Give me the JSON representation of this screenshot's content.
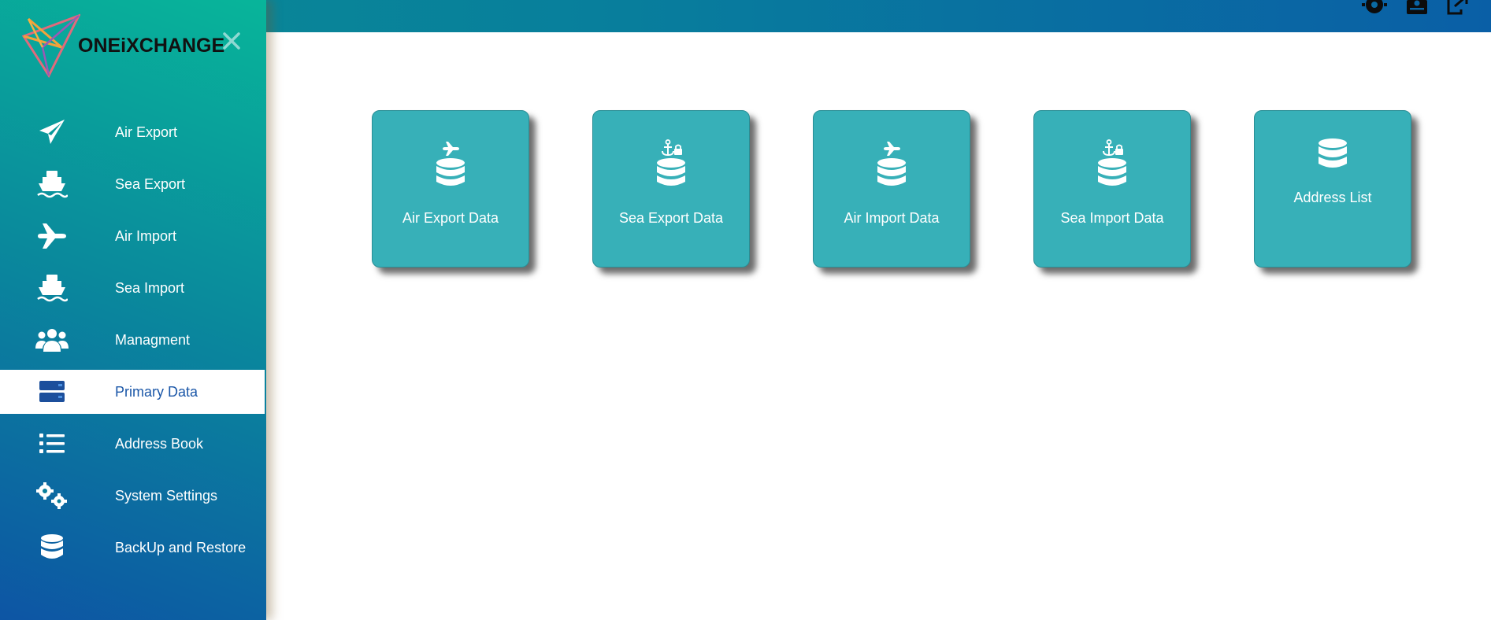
{
  "brand": {
    "name": "ONEiXCHANGE"
  },
  "sidebar": {
    "items": [
      {
        "label": "Air Export",
        "icon": "paper-plane-icon",
        "active": false
      },
      {
        "label": "Sea Export",
        "icon": "ship-icon",
        "active": false
      },
      {
        "label": "Air Import",
        "icon": "airplane-icon",
        "active": false
      },
      {
        "label": "Sea Import",
        "icon": "ship-icon",
        "active": false
      },
      {
        "label": "Managment",
        "icon": "users-icon",
        "active": false
      },
      {
        "label": "Primary Data",
        "icon": "server-icon",
        "active": true
      },
      {
        "label": "Address Book",
        "icon": "list-icon",
        "active": false
      },
      {
        "label": "System Settings",
        "icon": "gears-icon",
        "active": false
      },
      {
        "label": "BackUp and Restore",
        "icon": "database-icon",
        "active": false
      }
    ]
  },
  "topbar": {
    "icons": [
      "settings-icon",
      "profile-icon",
      "logout-icon"
    ]
  },
  "cards": [
    {
      "label": "Air Export Data",
      "icon": "plane-database-icon"
    },
    {
      "label": "Sea Export Data",
      "icon": "anchor-lock-database-icon"
    },
    {
      "label": "Air Import Data",
      "icon": "plane-database-icon"
    },
    {
      "label": "Sea Import Data",
      "icon": "anchor-lock-database-icon"
    },
    {
      "label": "Address List",
      "icon": "database-icon"
    }
  ],
  "colors": {
    "card": "#37b0b8",
    "active_text": "#1b57a8",
    "sidebar_top": "#08b59a",
    "sidebar_bottom": "#0d55a4"
  }
}
